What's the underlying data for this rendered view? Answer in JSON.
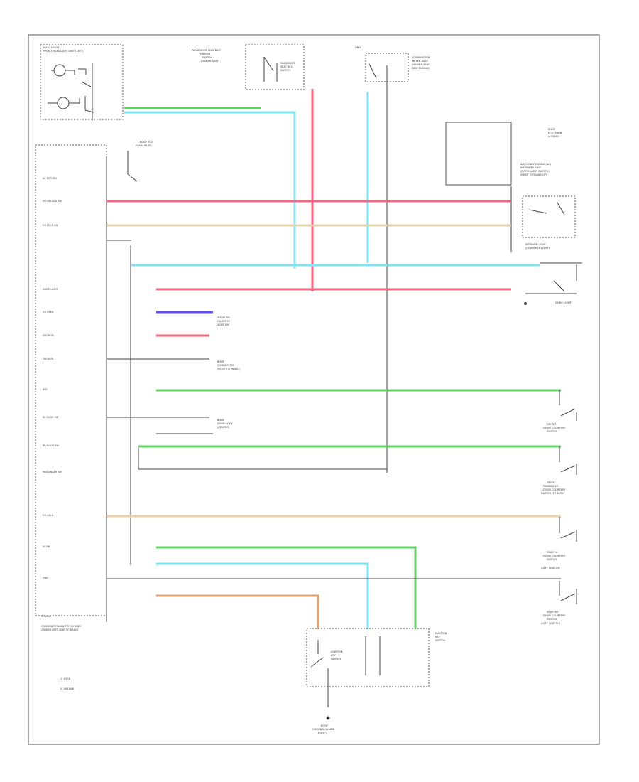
{
  "labels": {
    "top_left_block": [
      "AUTO DOOR",
      "FRONT HEADLIGHT UNIT (LEFT)"
    ],
    "passenger_switch": [
      "PASSENGER SEAT BELT",
      "TENSION",
      "SWITCH",
      "(UNDER ASSY)"
    ],
    "top_middle": [
      "PASSENGER",
      "SEAT BELT",
      "SWITCH"
    ],
    "top_right_switch": [
      "COMBINATION",
      "METER ASSY",
      "(DRIVER SEAT",
      "BELT BUCKLE)"
    ],
    "right_top_box": [
      "BODY",
      "ECU (MAIN",
      "LH SIDE)"
    ],
    "right_middle_box": [
      "AIR CONDITIONING (AC)",
      "INTERIOR LIGHT",
      "(DOOR LIGHT SWITCH)",
      "(NEXT TO SUNROOF)"
    ],
    "right_lower_label": [
      "INTERIOR LIGHT",
      "(COURTESY LIGHT)"
    ],
    "dome_light": "DOME LIGHT",
    "block_title": [
      "BODY ECU",
      "(MAIN ASSY)"
    ],
    "left_pins": [
      "AC RETURN",
      "DR UNLOCK SW",
      "DR LOCK SW",
      "DOME LIGHT",
      "DR OPEN",
      "DOOR FR",
      "DOOR RL",
      "BAT",
      "RL DOOR SW",
      "RR DOOR SW",
      "PASSENGER SW",
      "DR UNLK",
      "IG SW",
      "GND"
    ],
    "mid_labels": [
      [
        "FRONT RH",
        "COURTESY",
        "LIGHT SW"
      ],
      [
        "BODY",
        "CONNECTOR",
        "(ROOF TO PANEL)"
      ],
      [
        "BODY",
        "DOOR LOCK",
        "(CENTER)"
      ]
    ],
    "right_labels": [
      [
        "DRIVER",
        "DOOR COURTESY",
        "SWITCH"
      ],
      [
        "FRONT",
        "PASSENGER",
        "DOOR COURTESY",
        "SWITCH (FR ASSY)"
      ],
      [
        "REAR LH",
        "DOOR COURTESY",
        "SWITCH",
        "(LEFT SIDE LH)"
      ],
      [
        "REAR RH",
        "DOOR COURTESY",
        "SWITCH",
        "(LEFT SIDE RH)"
      ]
    ],
    "bottom_block": [
      "IGNITION",
      "KEY",
      "SWITCH"
    ],
    "bottom_block_left": [
      "IGNITION",
      "KEY",
      "SWITCH"
    ],
    "ground_label": [
      "BODY",
      "GROUND (INSIDE",
      "ROOF)"
    ],
    "legend": [
      "1: LOCK",
      "2: UNLOCK"
    ],
    "bottom_block_caption": [
      "COMBINATION SWITCH IN BODY",
      "(UNDER LEFT SIDE OF DASH)"
    ],
    "footer": "WIRING"
  },
  "colors": {
    "green": "#5fd35f",
    "cyan": "#7fe3f2",
    "red": "#ef6a82",
    "tan": "#e6d2a8",
    "blue": "#5a4ff0",
    "orange": "#e0a070",
    "gray": "#555555"
  }
}
